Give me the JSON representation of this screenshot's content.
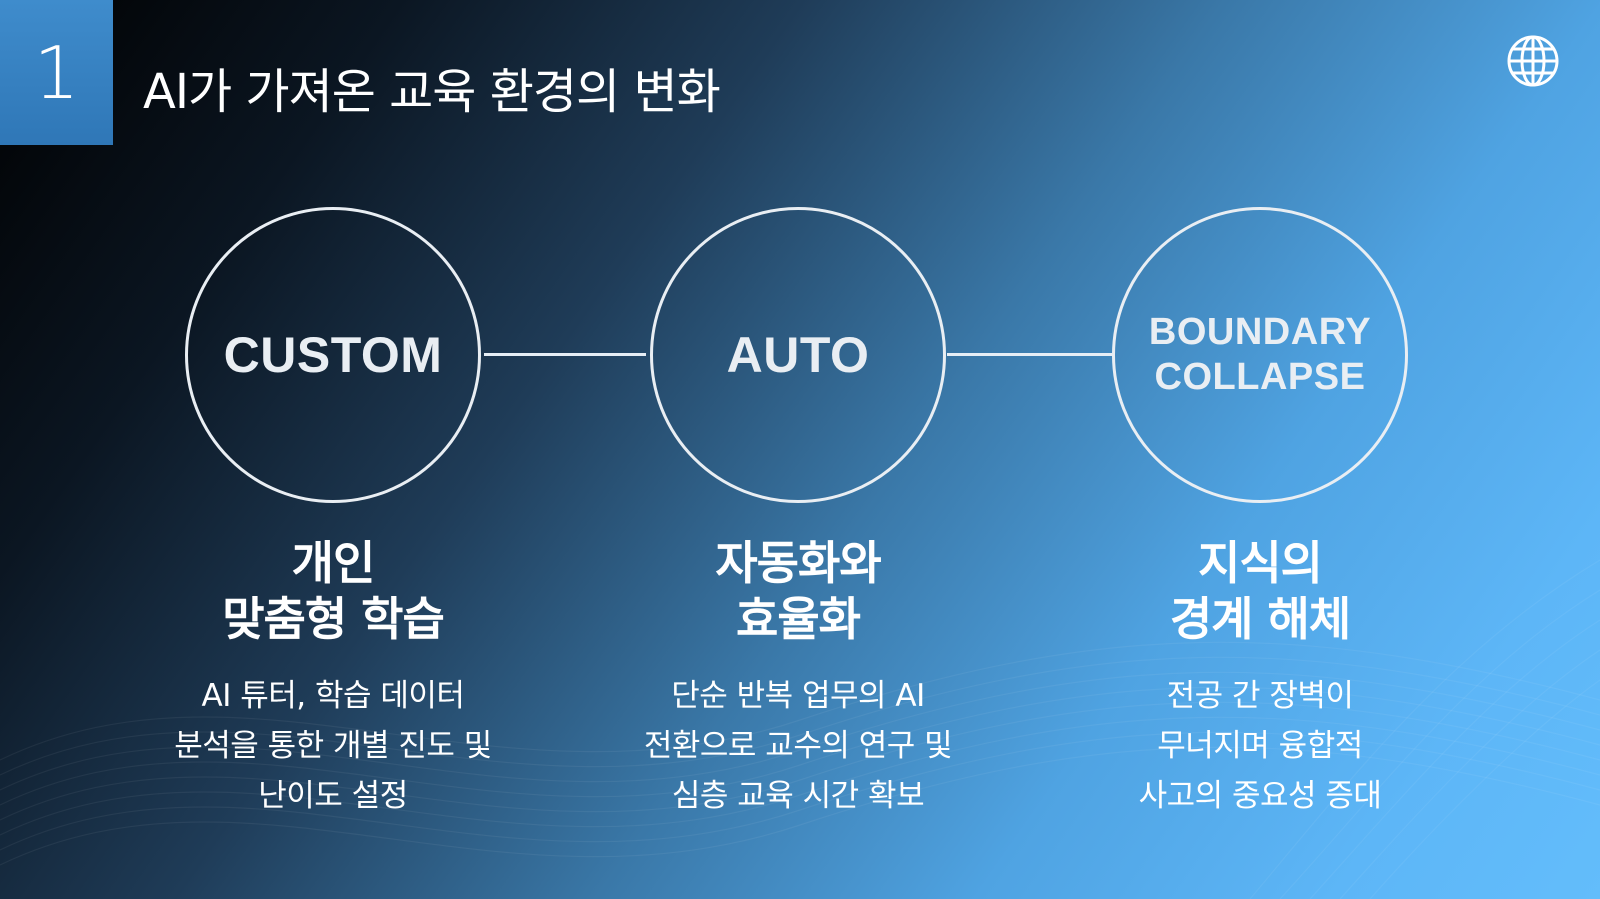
{
  "slide": {
    "number": "1",
    "title": "AI가 가져온 교육 환경의 변화"
  },
  "header": {
    "icon": "globe-icon"
  },
  "items": [
    {
      "circle_label": "CUSTOM",
      "heading": "개인\n맞춤형 학습",
      "description": "AI 튜터, 학습 데이터\n분석을 통한 개별 진도 및\n난이도 설정"
    },
    {
      "circle_label": "AUTO",
      "heading": "자동화와\n효율화",
      "description": "단순 반복 업무의 AI\n전환으로 교수의 연구 및\n심층 교육 시간 확보"
    },
    {
      "circle_label": "BOUNDARY\nCOLLAPSE",
      "heading": "지식의\n경계 해체",
      "description": "전공 간 장벽이\n무너지며 융합적\n사고의 중요성 증대"
    }
  ],
  "colors": {
    "accent_box": "#3f8ccc",
    "circle_stroke": "#e9eef3",
    "background_dark": "#000000",
    "background_light": "#63bdfb"
  }
}
